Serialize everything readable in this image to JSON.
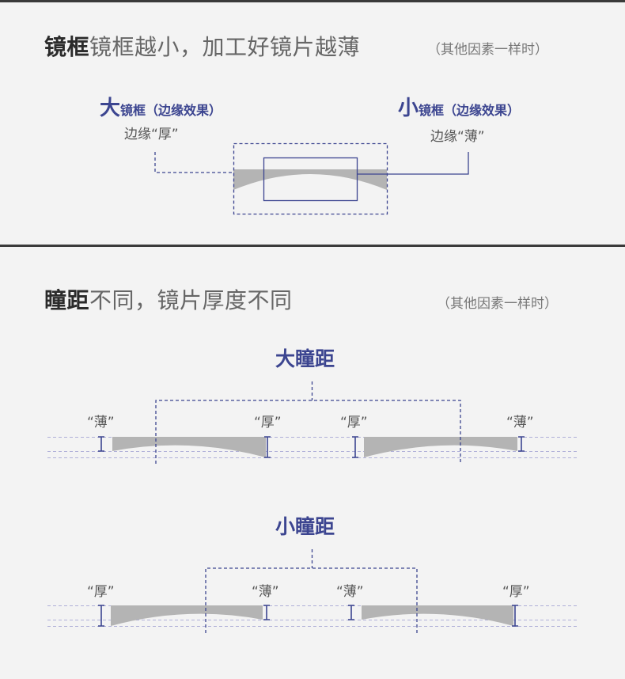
{
  "section1": {
    "title_bold": "镜框",
    "title_rest": "镜框越小，加工好镜片越薄",
    "note": "（其他因素一样时）",
    "left_label_big": "大",
    "left_label_rest": "镜框（边缘效果）",
    "left_sub": "边缘“厚”",
    "right_label_big": "小",
    "right_label_rest": "镜框（边缘效果）",
    "right_sub": "边缘“薄”"
  },
  "section2": {
    "title_bold": "瞳距",
    "title_rest": "不同，镜片厚度不同",
    "note": "（其他因素一样时）",
    "large": {
      "title": "大瞳距",
      "labels": [
        "“薄”",
        "“厚”",
        "“厚”",
        "“薄”"
      ]
    },
    "small": {
      "title": "小瞳距",
      "labels": [
        "“厚”",
        "“薄”",
        "“薄”",
        "“厚”"
      ]
    }
  },
  "colors": {
    "accent": "#3c4590",
    "lens_fill": "#b4b4b4",
    "dashed_light": "#b0b0d8",
    "divider": "#3a3a3a",
    "background": "#f3f3f3"
  }
}
